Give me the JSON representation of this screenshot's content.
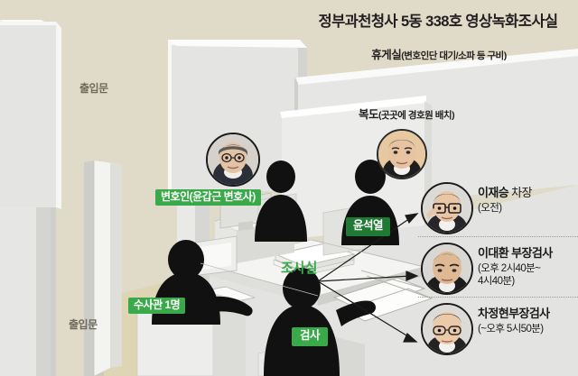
{
  "title": "정부과천청사 5동 338호 영상녹화조사실",
  "labels": {
    "rest_room_bold": "휴게실",
    "rest_room_note": "(변호인단 대기/소파 등 구비)",
    "hallway_bold": "복도",
    "hallway_note": "(곳곳에 경호원 배치)",
    "door_top": "출입문",
    "door_bottom": "출입문",
    "interrogation_room": "조사실"
  },
  "badges": {
    "lawyer": "변호인(윤갑근 변호사)",
    "yoon": "윤석열",
    "investigator": "수사관 1명",
    "prosecutor": "검사"
  },
  "people": [
    {
      "name": "이재승",
      "role": "차장",
      "time": "(오전)",
      "avatar": "portrait-lee-jaeseung"
    },
    {
      "name": "이대환",
      "role": "부장검사",
      "time": "(오후 2시40분~\n4시40분)",
      "avatar": "portrait-lee-daehwan"
    },
    {
      "name": "차정현",
      "role": "부장검사",
      "time": "(~오후 5시50분)",
      "avatar": "portrait-cha-jeonghyeon"
    }
  ],
  "scene_figures": {
    "lawyer_portrait": "portrait-yoon-gapgeun",
    "yoon_portrait": "portrait-yoon-sukyeol"
  },
  "colors": {
    "background": "#dfdbc8",
    "floor": "#ded5b4",
    "wall": "#e8e8e8",
    "badge_green": "#3aa94a",
    "badge_green_dark": "#1f7a33",
    "room_label_green": "#3aa94a",
    "text_dark": "#231f20",
    "door_label": "#6f6a5d"
  }
}
